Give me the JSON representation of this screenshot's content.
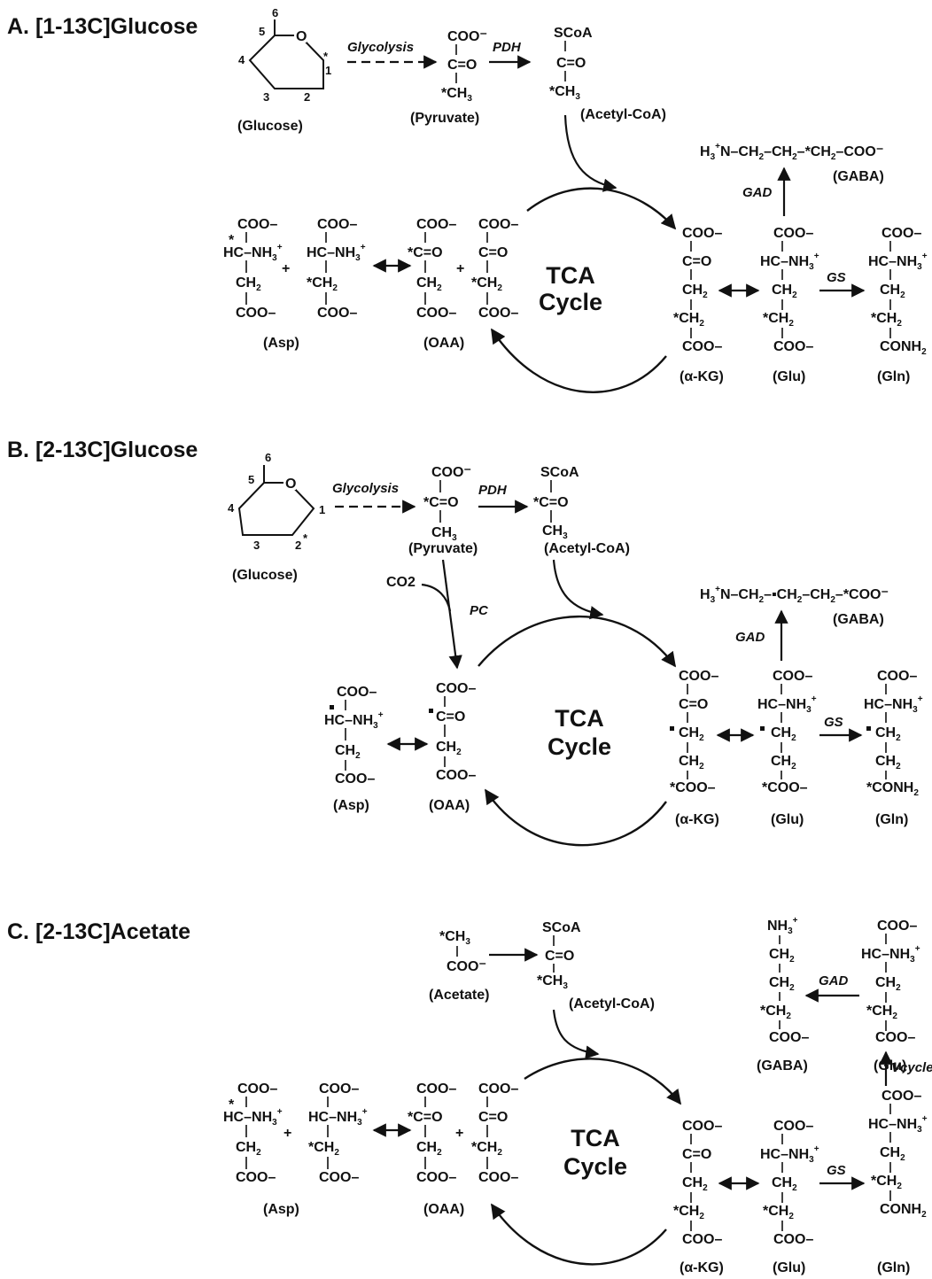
{
  "panels": {
    "a": {
      "title": "A. [1-13C]Glucose",
      "glucose": "(Glucose)",
      "pyruvate": "(Pyruvate)",
      "acetyl_coa": "(Acetyl-CoA)",
      "glycolysis": "Glycolysis",
      "pdh": "PDH",
      "gad": "GAD",
      "gs": "GS",
      "gaba": "(GABA)",
      "asp": "(Asp)",
      "oaa": "(OAA)",
      "akg": "(α-KG)",
      "glu": "(Glu)",
      "gln": "(Gln)",
      "tca_1": "TCA",
      "tca_2": "Cycle"
    },
    "b": {
      "title": "B. [2-13C]Glucose",
      "glucose": "(Glucose)",
      "pyruvate": "(Pyruvate)",
      "acetyl_coa": "(Acetyl-CoA)",
      "glycolysis": "Glycolysis",
      "pdh": "PDH",
      "pc": "PC",
      "co2": "CO2",
      "gad": "GAD",
      "gs": "GS",
      "gaba": "(GABA)",
      "asp": "(Asp)",
      "oaa": "(OAA)",
      "akg": "(α-KG)",
      "glu": "(Glu)",
      "gln": "(Gln)",
      "tca_1": "TCA",
      "tca_2": "Cycle"
    },
    "c": {
      "title": "C. [2-13C]Acetate",
      "acetate": "(Acetate)",
      "acetyl_coa": "(Acetyl-CoA)",
      "gad": "GAD",
      "gs": "GS",
      "vcycle": "Vcycle",
      "gaba": "(GABA)",
      "glu_top": "(Glu)",
      "asp": "(Asp)",
      "oaa": "(OAA)",
      "akg": "(α-KG)",
      "glu": "(Glu)",
      "gln": "(Gln)",
      "tca_1": "TCA",
      "tca_2": "Cycle"
    }
  }
}
